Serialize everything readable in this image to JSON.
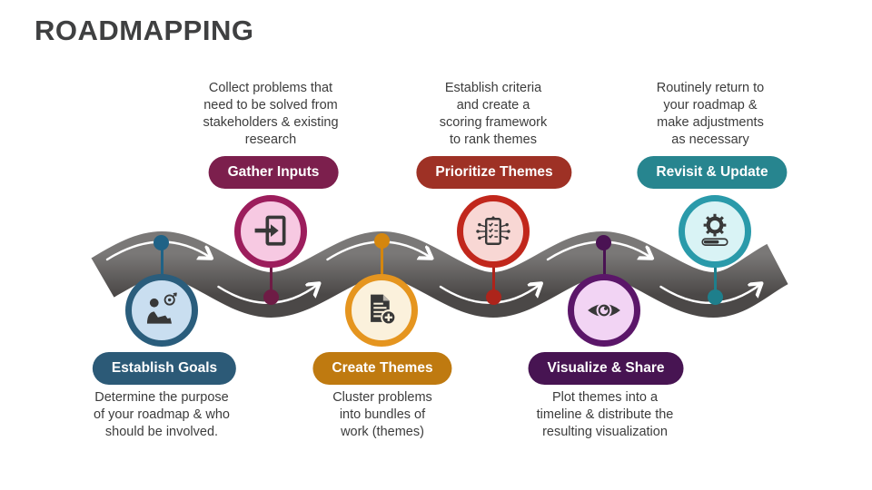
{
  "title": "ROADMAPPING",
  "road": {
    "color_top": "#7a7877",
    "color_bottom": "#4b4847",
    "arrow_color": "#ffffff"
  },
  "stages": [
    {
      "label": "Establish Goals",
      "description": "Determine the purpose\nof your roadmap & who\nshould be involved.",
      "position": "bottom",
      "icon": "person-goal-icon",
      "colors": {
        "pill": "#2c5a77",
        "ring": "#2a5d7c",
        "fill": "#c9def0",
        "dot": "#1f6286"
      }
    },
    {
      "label": "Gather Inputs",
      "description": "Collect problems that\nneed to be solved from\nstakeholders & existing\nresearch",
      "position": "top",
      "icon": "input-arrow-icon",
      "colors": {
        "pill": "#7c1f4d",
        "ring": "#9c1d5c",
        "fill": "#f7c9e2",
        "dot": "#6e1c45"
      }
    },
    {
      "label": "Create Themes",
      "description": "Cluster problems\ninto bundles of\nwork (themes)",
      "position": "bottom",
      "icon": "document-plus-icon",
      "colors": {
        "pill": "#bf7a10",
        "ring": "#e5951f",
        "fill": "#fbf1dc",
        "dot": "#d4860e"
      }
    },
    {
      "label": "Prioritize Themes",
      "description": "Establish criteria\nand create a\nscoring framework\nto rank themes",
      "position": "top",
      "icon": "checklist-network-icon",
      "colors": {
        "pill": "#9e3125",
        "ring": "#c1271c",
        "fill": "#f8d7d4",
        "dot": "#ad241b"
      }
    },
    {
      "label": "Visualize & Share",
      "description": "Plot themes into a\ntimeline & distribute the\nresulting visualization",
      "position": "bottom",
      "icon": "eye-icon",
      "colors": {
        "pill": "#471452",
        "ring": "#5b1669",
        "fill": "#f2d4f4",
        "dot": "#4a1253"
      }
    },
    {
      "label": "Revisit & Update",
      "description": "Routinely return to\nyour roadmap &\nmake adjustments\nas necessary",
      "position": "top",
      "icon": "gear-refresh-icon",
      "colors": {
        "pill": "#27858f",
        "ring": "#2a9aaa",
        "fill": "#d9f3f5",
        "dot": "#1e7f8c"
      }
    }
  ]
}
